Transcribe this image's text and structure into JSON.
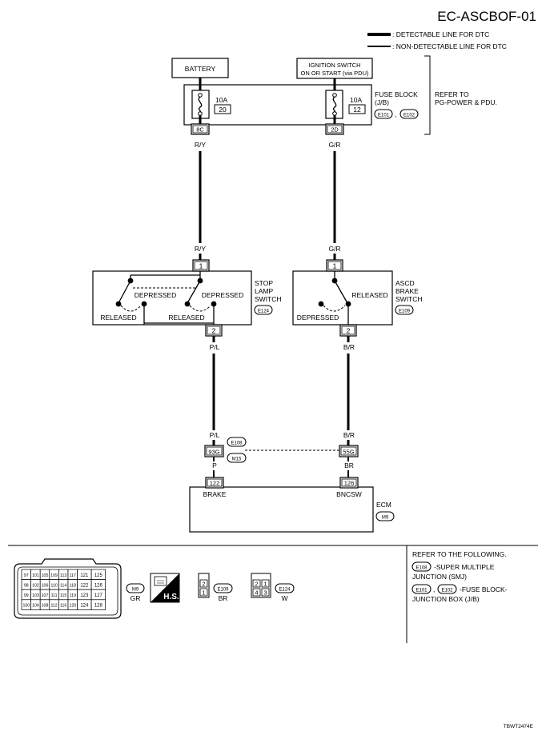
{
  "header": {
    "diagram_id": "EC-ASCBOF-01",
    "legend": [
      {
        "style": "thick",
        "label": ": DETECTABLE LINE FOR DTC"
      },
      {
        "style": "thin",
        "label": ": NON-DETECTABLE LINE FOR DTC"
      }
    ]
  },
  "power": {
    "battery": "BATTERY",
    "ignition_line1": "IGNITION SWITCH",
    "ignition_line2": "ON OR START (via PDU)",
    "fuse_left_rating": "10A",
    "fuse_left_no": "20",
    "fuse_right_rating": "10A",
    "fuse_right_no": "12",
    "fuse_block_line1": "FUSE BLOCK",
    "fuse_block_line2": "(J/B)",
    "conn_e101": "E101",
    "conn_sep": ",",
    "conn_e102": "E102",
    "refer_line1": "REFER TO",
    "refer_line2": "PG-POWER & PDU.",
    "term_left": "8C",
    "term_right": "2D"
  },
  "wires": {
    "left_top": "R/Y",
    "right_top": "G/R",
    "left_top2": "R/Y",
    "right_top2": "G/R",
    "left_mid": "P/L",
    "right_mid": "B/R",
    "left_mid2": "P/L",
    "right_mid2": "B/R",
    "left_bot": "P",
    "right_bot": "BR"
  },
  "stop_lamp_switch": {
    "pin_top": "1",
    "pin_bottom": "2",
    "depressed_a": "DEPRESSED",
    "depressed_b": "DEPRESSED",
    "released_a": "RELEASED",
    "released_b": "RELEASED",
    "name_line1": "STOP",
    "name_line2": "LAMP",
    "name_line3": "SWITCH",
    "connector": "E124"
  },
  "ascd_brake_switch": {
    "pin_top": "1",
    "pin_bottom": "2",
    "released": "RELEASED",
    "depressed": "DEPRESSED",
    "name_line1": "ASCD",
    "name_line2": "BRAKE",
    "name_line3": "SWITCH",
    "connector": "E109"
  },
  "junction": {
    "conn_e108": "E108",
    "conn_m15": "M15",
    "term_left": "93G",
    "term_right": "55G"
  },
  "ecm": {
    "pin_left": "122",
    "pin_right": "126",
    "label_left": "BRAKE",
    "label_right": "BNCSW",
    "name": "ECM",
    "connector": "M9"
  },
  "connector_views": {
    "m9_grid": [
      [
        "97",
        "101",
        "105",
        "109",
        "113",
        "117",
        "121",
        "125"
      ],
      [
        "98",
        "102",
        "106",
        "110",
        "114",
        "118",
        "122",
        "126"
      ],
      [
        "99",
        "103",
        "107",
        "111",
        "115",
        "119",
        "123",
        "127"
      ],
      [
        "100",
        "104",
        "108",
        "112",
        "116",
        "120",
        "124",
        "128"
      ]
    ],
    "m9_label": "M9",
    "m9_color": "GR",
    "hs_label": "H.S.",
    "e109_pins": [
      "2",
      "1"
    ],
    "e109_label": "E109",
    "e109_color": "BR",
    "e124_pins": [
      [
        "2",
        "1"
      ],
      [
        "4",
        "3"
      ]
    ],
    "e124_label": "E124",
    "e124_color": "W"
  },
  "references": {
    "title": "REFER TO THE FOLLOWING.",
    "e108": "E108",
    "e108_desc1": "-SUPER MULTIPLE",
    "e108_desc2": "JUNCTION (SMJ)",
    "e101": "E101",
    "sep": ",",
    "e102": "E102",
    "e10x_desc1": "-FUSE BLOCK-",
    "e10x_desc2": "JUNCTION BOX (J/B)"
  },
  "footer": {
    "figure_code": "TBWT2474E"
  }
}
